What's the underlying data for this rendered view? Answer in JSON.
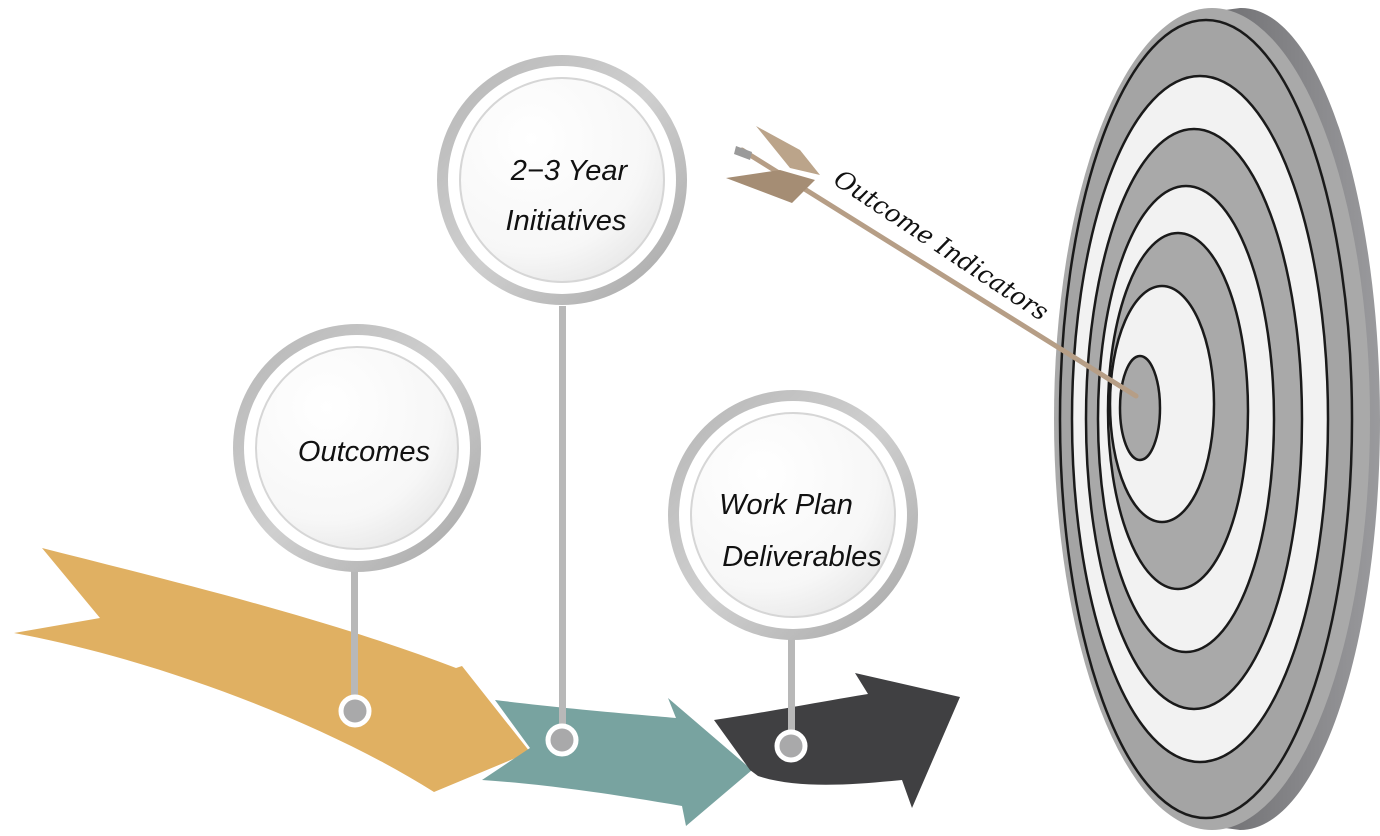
{
  "nodes": {
    "outcomes": {
      "label": "Outcomes"
    },
    "initiatives": {
      "line1": "2−3 Year",
      "line2": "Initiatives"
    },
    "deliverables": {
      "line1": "Work Plan",
      "line2": "Deliverables"
    }
  },
  "target": {
    "arrow_label": "Outcome Indicators"
  },
  "colors": {
    "arrow_gold": "#e0b062",
    "arrow_teal": "#78a3a0",
    "arrow_dark": "#404042",
    "ring_gray": "#a9a9a9",
    "ring_light": "#f3f3f3",
    "target_side": "#88888b",
    "connector_gray": "#b8b8b8"
  }
}
